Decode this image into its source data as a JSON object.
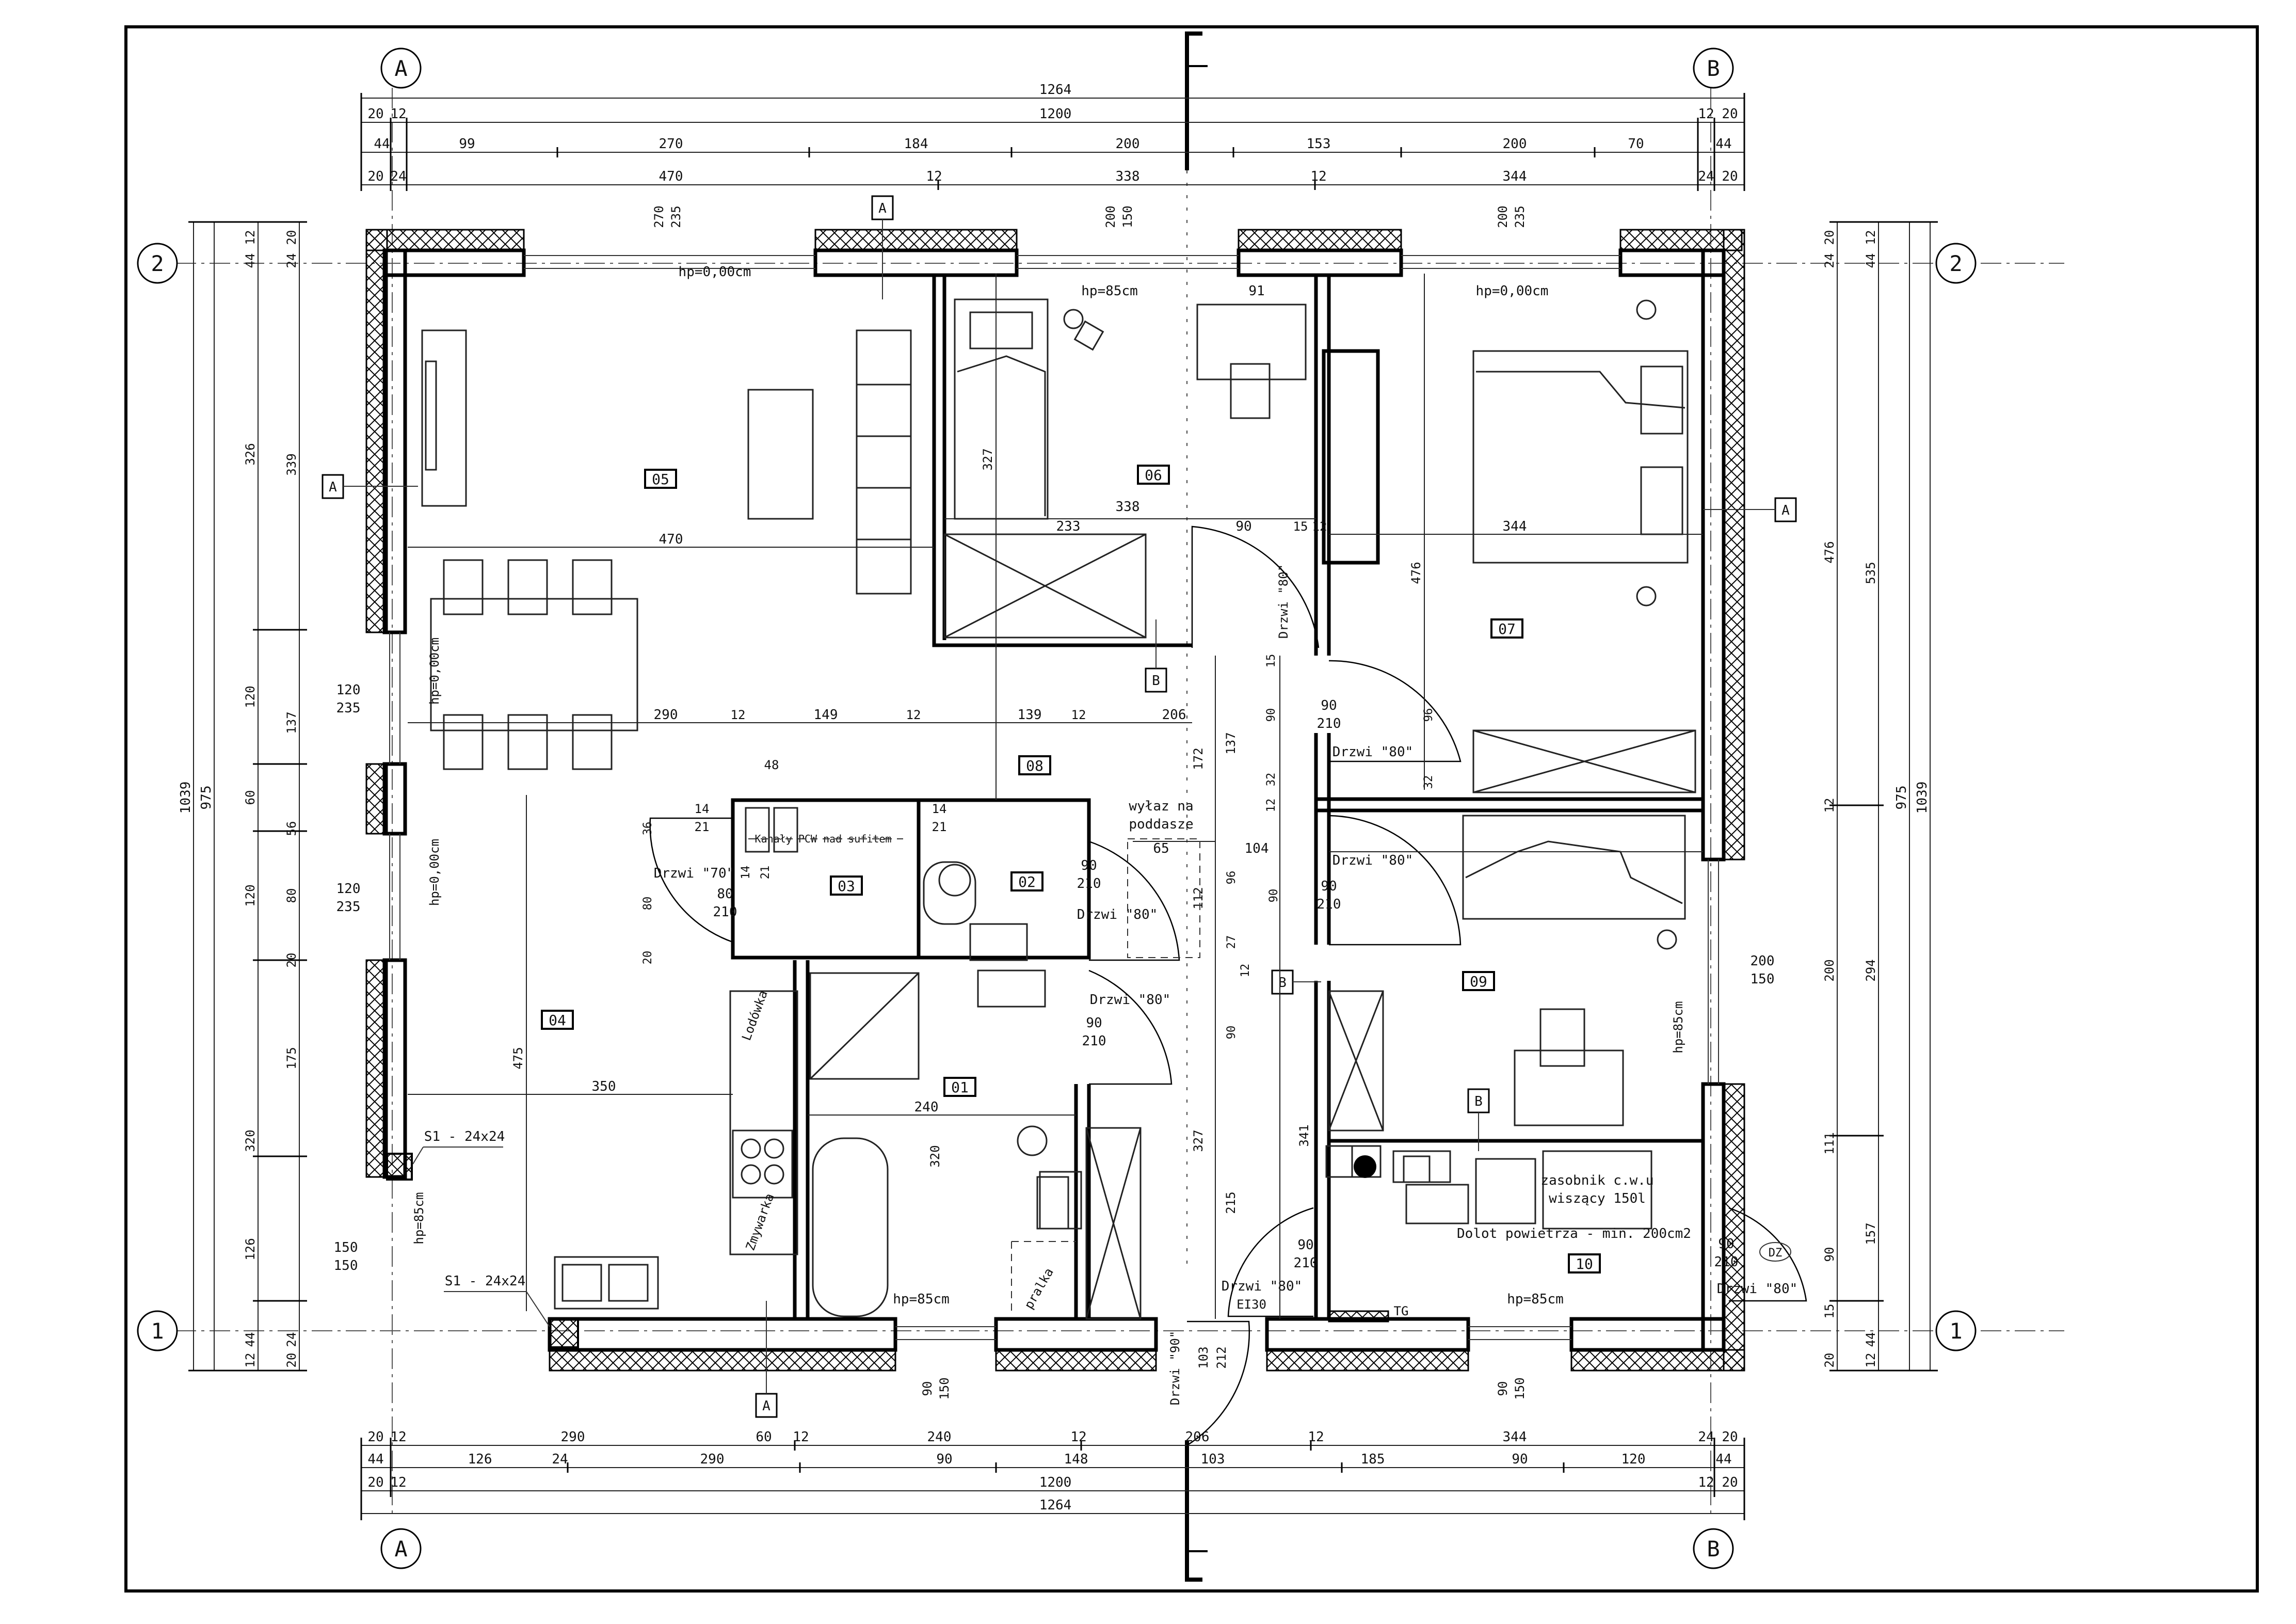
{
  "grid_axes": {
    "a": "A",
    "b": "B",
    "one": "1",
    "two": "2"
  },
  "section_marks": {
    "a": "A",
    "b": "B"
  },
  "rooms": [
    {
      "code": "01"
    },
    {
      "code": "02"
    },
    {
      "code": "03"
    },
    {
      "code": "04"
    },
    {
      "code": "05"
    },
    {
      "code": "06"
    },
    {
      "code": "07"
    },
    {
      "code": "08"
    },
    {
      "code": "09"
    },
    {
      "code": "10"
    }
  ],
  "dims_top": {
    "r1": [
      "1264"
    ],
    "r2": [
      "20",
      "12",
      "1200",
      "12",
      "20"
    ],
    "r3": [
      "44",
      "99",
      "270",
      "184",
      "200",
      "153",
      "200",
      "70",
      "44"
    ],
    "r4": [
      "20",
      "24",
      "470",
      "12",
      "338",
      "12",
      "344",
      "24",
      "20"
    ]
  },
  "dims_bottom": {
    "r1": [
      "20",
      "12",
      "290",
      "60",
      "12",
      "240",
      "12",
      "206",
      "12",
      "344",
      "24",
      "20"
    ],
    "r2": [
      "44",
      "126",
      "24",
      "290",
      "90",
      "148",
      "103",
      "185",
      "90",
      "120",
      "44"
    ],
    "r3": [
      "20",
      "12",
      "1200",
      "12",
      "20"
    ],
    "r4": [
      "1264"
    ]
  },
  "dims_left": {
    "outer": "1039",
    "r2": [
      "975"
    ],
    "r3": [
      "12",
      "44",
      "326",
      "120",
      "60",
      "120",
      "320",
      "126",
      "44",
      "12"
    ],
    "r4": [
      "20",
      "24",
      "339",
      "137",
      "56",
      "80",
      "20",
      "175",
      "24",
      "20"
    ]
  },
  "dims_right": {
    "outer": "1039",
    "r2": [
      "975"
    ],
    "r3": [
      "12",
      "44",
      "535",
      "294",
      "157",
      "44",
      "12"
    ],
    "r4": [
      "20",
      "24",
      "476",
      "12",
      "200",
      "111",
      "90",
      "15",
      "20"
    ]
  },
  "window_labels": {
    "w1": [
      "270",
      "235"
    ],
    "w2": [
      "200",
      "150"
    ],
    "w3": [
      "200",
      "235"
    ],
    "w4": [
      "120",
      "235"
    ],
    "w5": [
      "120",
      "235"
    ],
    "w6": [
      "200",
      "150"
    ],
    "w7": [
      "90",
      "150"
    ],
    "w8": [
      "90",
      "150"
    ],
    "w9": [
      "150",
      "150"
    ]
  },
  "sill_labels": {
    "s05": "hp=0,00cm",
    "s06": "hp=85cm",
    "s07": "hp=0,00cm",
    "s04a": "hp=0,00cm",
    "s04b": "hp=0,00cm",
    "s04c": "hp=85cm",
    "s09": "hp=85cm",
    "s01": "hp=85cm",
    "s10": "hp=85cm"
  },
  "door_labels": {
    "d06": "Drzwi \"80\"",
    "d07": "Drzwi \"80\"",
    "d09": "Drzwi \"80\"",
    "d03": "Drzwi \"70\"",
    "d02": "Drzwi \"80\"",
    "d01": "Drzwi \"80\"",
    "d10": "Drzwi \"80\"",
    "dEnt": "Drzwi \"90\"",
    "dTer": "Drzwi \"80\""
  },
  "door_sizes": {
    "d07": [
      "90",
      "210"
    ],
    "d09": [
      "90",
      "210"
    ],
    "d03": [
      "80",
      "210"
    ],
    "d02": [
      "90",
      "210"
    ],
    "d01": [
      "90",
      "210"
    ],
    "d10": [
      "90",
      "210"
    ],
    "d10b": [
      "90",
      "210"
    ]
  },
  "inner_dims": {
    "d05w": "470",
    "d06w": "338",
    "d06a": "233",
    "d06b": "90",
    "d06c": "15",
    "d06d": "12",
    "d07w": "344",
    "d07h": "476",
    "d06h": "327",
    "d08a": "290",
    "d08b": "12",
    "d08c": "149",
    "d08d": "12",
    "d08e": "139",
    "d08f": "12",
    "d08g": "206",
    "d04h": "475",
    "d04w": "350",
    "d01w": "240",
    "d01h": "320",
    "d09h": "341",
    "d03a": "48",
    "d03b": "14",
    "d03c": "21",
    "d03d": "14",
    "d03e": "21",
    "d03f": "36",
    "d03g": "80",
    "d03h": "20",
    "d03i": "14",
    "d03j": "21",
    "d65": "65",
    "d104": "104",
    "d91": "91",
    "d112": "112",
    "dc1": "137",
    "dc2": "172",
    "dc3": "327",
    "dc4": "215",
    "dc5": "103",
    "dc6": "212",
    "dc7": "90",
    "dc8": "12",
    "dc9": "15",
    "dc10": "32",
    "dc11": "96",
    "dc12": "27",
    "dc13": "12",
    "dc14": "90",
    "d07b": "90",
    "d07c": "32",
    "d07d": "96"
  },
  "notes": {
    "attic_1": "wyłaz na",
    "attic_2": "poddasze",
    "pcw": "Kanały PCW nad sufitem",
    "fridge": "Lodówka",
    "sink": "Zmywarka",
    "washer": "pralka",
    "s1_upper": "S1 - 24x24",
    "s1_lower": "S1 - 24x24",
    "tank_1": "zasobnik c.w.u",
    "tank_2": "wiszący 150l",
    "air": "Dolot powietrza - min. 200cm2",
    "ei30": "EI30",
    "tg": "TG",
    "dz": "DZ"
  },
  "colors": {
    "line": "#000000",
    "dim": "#222222"
  }
}
